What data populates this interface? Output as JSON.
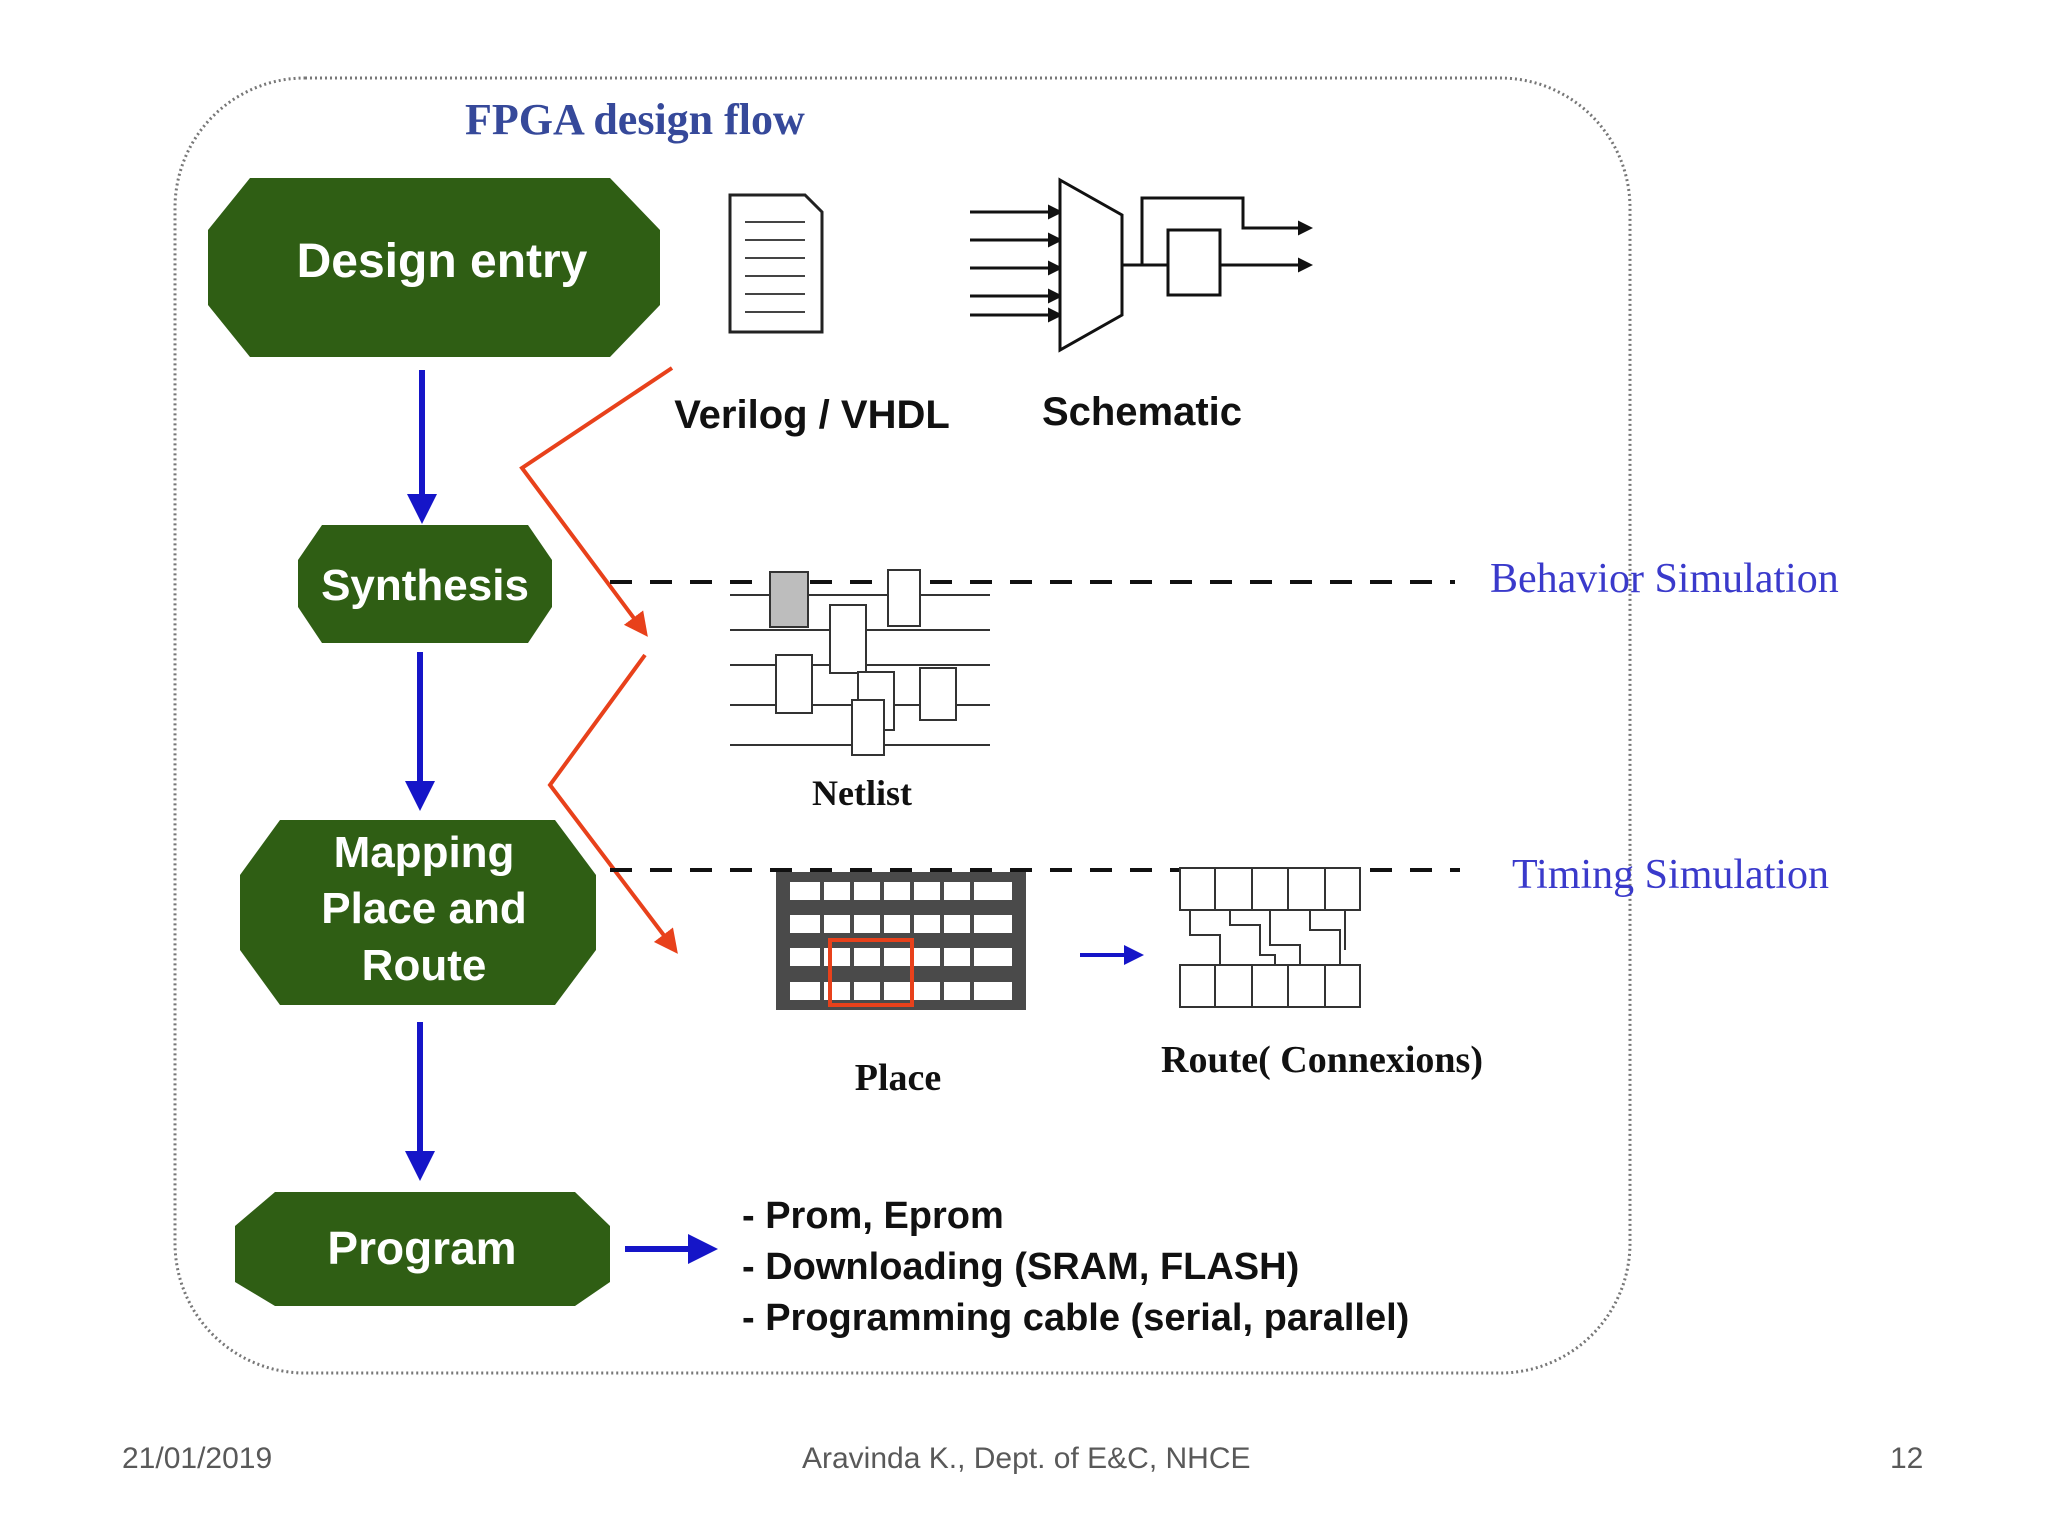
{
  "diagram": {
    "title": "FPGA design flow",
    "steps": [
      {
        "label_lines": [
          "Design entry"
        ]
      },
      {
        "label_lines": [
          "Synthesis"
        ]
      },
      {
        "label_lines": [
          "Mapping",
          "Place and",
          "Route"
        ]
      },
      {
        "label_lines": [
          "Program"
        ]
      }
    ],
    "entry_labels": {
      "hdl": "Verilog / VHDL",
      "schematic": "Schematic"
    },
    "netlist_label": "Netlist",
    "place_label": "Place",
    "route_label": "Route( Connexions)",
    "simulations": {
      "behavior": "Behavior Simulation",
      "timing": "Timing Simulation"
    },
    "program_items": [
      "- Prom, Eprom",
      "- Downloading (SRAM, FLASH)",
      "- Programming cable (serial, parallel)"
    ],
    "colors": {
      "step_fill": "#2f5e14",
      "step_text": "#ffffff",
      "flow_arrow": "#1515c8",
      "red_arrow": "#e8411b",
      "sim_text": "#3a3acb",
      "title_text": "#36499a"
    }
  },
  "footer": {
    "date": "21/01/2019",
    "author": "Aravinda K., Dept. of E&C, NHCE",
    "page": "12"
  }
}
